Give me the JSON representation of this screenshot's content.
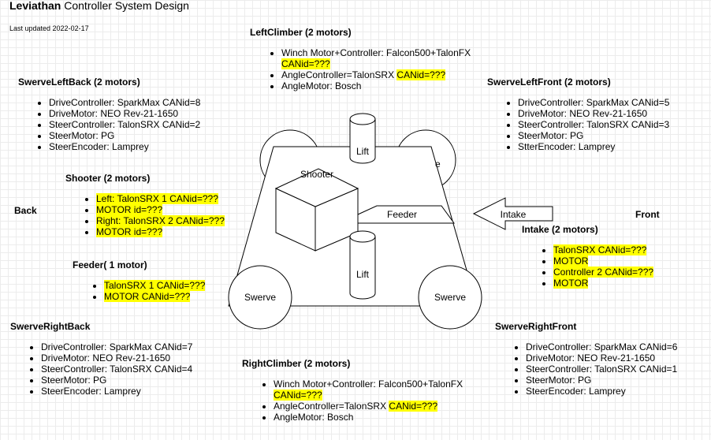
{
  "title": {
    "bold": "Leviathan",
    "rest": " Controller System Design"
  },
  "last_updated": "Last updated 2022-02-17",
  "sides": {
    "back": "Back",
    "front": "Front"
  },
  "sections": {
    "left_climber": {
      "heading": "LeftClimber (2 motors)",
      "items": [
        {
          "text": "Winch Motor+Controller: Falcon500+TalonFX",
          "hl": "CANid=???"
        },
        {
          "text": "AngleController=TalonSRX  ",
          "hl": "CANid=???"
        },
        {
          "text": "AngleMotor: Bosch"
        }
      ]
    },
    "swerve_left_back": {
      "heading": "SwerveLeftBack (2 motors)",
      "items": [
        "DriveController: SparkMax  CANid=8",
        "DriveMotor: NEO Rev-21-1650",
        "SteerController: TalonSRX  CANid=2",
        "SteerMotor: PG",
        "SteerEncoder: Lamprey"
      ]
    },
    "swerve_left_front": {
      "heading": "SwerveLeftFront (2 motors)",
      "items": [
        "DriveController: SparkMax  CANid=5",
        "DriveMotor: NEO Rev-21-1650",
        "SteerController: TalonSRX  CANid=3",
        "SteerMotor: PG",
        "StterEncoder: Lamprey"
      ]
    },
    "shooter": {
      "heading": "Shooter (2 motors)",
      "items": [
        "Left: TalonSRX 1 CANid=???",
        "MOTOR id=???",
        "Right: TalonSRX 2  CANid=???",
        "MOTOR  id=???"
      ]
    },
    "feeder": {
      "heading": "Feeder( 1 motor)",
      "items": [
        "TalonSRX 1 CANid=???",
        "MOTOR CANid=???"
      ]
    },
    "intake": {
      "heading": "Intake (2 motors)",
      "items": [
        "TalonSRX  CANid=???",
        "MOTOR",
        "Controller 2  CANid=???",
        "MOTOR"
      ]
    },
    "swerve_right_back": {
      "heading": "SwerveRightBack",
      "items": [
        "DriveController: SparkMax  CANid=7",
        "DriveMotor: NEO Rev-21-1650",
        "SteerController: TalonSRX  CANid=4",
        "SteerMotor: PG",
        "SteerEncoder: Lamprey"
      ]
    },
    "swerve_right_front": {
      "heading": "SwerveRightFront",
      "items": [
        "DriveController: SparkMax  CANid=6",
        "DriveMotor: NEO Rev-21-1650",
        "SteerController: TalonSRX  CANid=1",
        "SteerMotor: PG",
        "SteerEncoder: Lamprey"
      ]
    },
    "right_climber": {
      "heading": "RightClimber (2 motors)",
      "items": [
        {
          "text": "Winch Motor+Controller: Falcon500+TalonFX",
          "hl": "CANid=???"
        },
        {
          "text": "AngleController=TalonSRX  ",
          "hl": "CANid=???"
        },
        {
          "text": "AngleMotor: Bosch"
        }
      ]
    }
  },
  "diagram": {
    "lift_top": "Lift",
    "lift_bottom": "Lift",
    "shooter": "Shooter",
    "feeder": "Feeder",
    "intake": "Intake",
    "swerve_left": "Swerve",
    "swerve_right": "Swerve",
    "partial_e": "e"
  },
  "colors": {
    "highlight": "#ffff00",
    "grid": "#ececec"
  }
}
